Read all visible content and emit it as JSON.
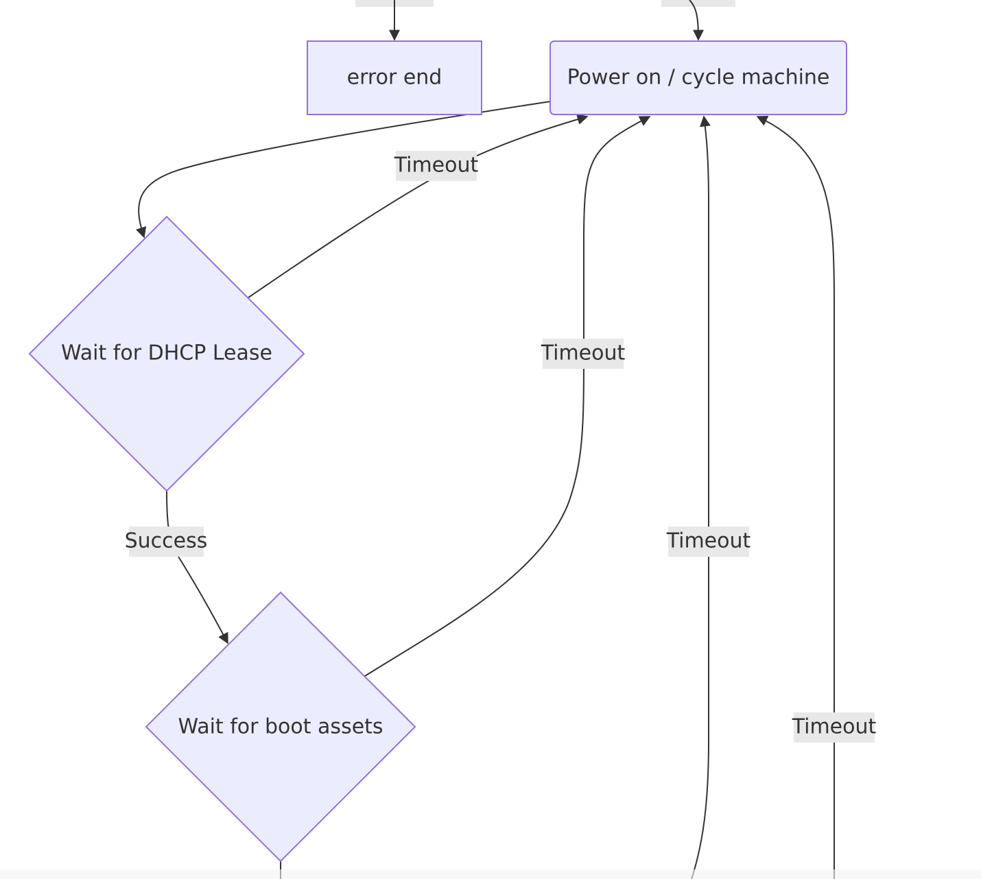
{
  "diagram": {
    "nodes": {
      "error_end": "error end",
      "power_on": "Power on / cycle machine",
      "wait_dhcp": "Wait for DHCP Lease",
      "wait_boot": "Wait for boot assets"
    },
    "edge_labels": {
      "dhcp_timeout": "Timeout",
      "dhcp_success": "Success",
      "boot_timeout": "Timeout",
      "mid_timeout": "Timeout",
      "right_timeout": "Timeout"
    },
    "colors": {
      "node_fill": "#ececff",
      "node_stroke": "#9370db",
      "edge_stroke": "#333333",
      "label_bg": "#e8e8e8"
    }
  }
}
